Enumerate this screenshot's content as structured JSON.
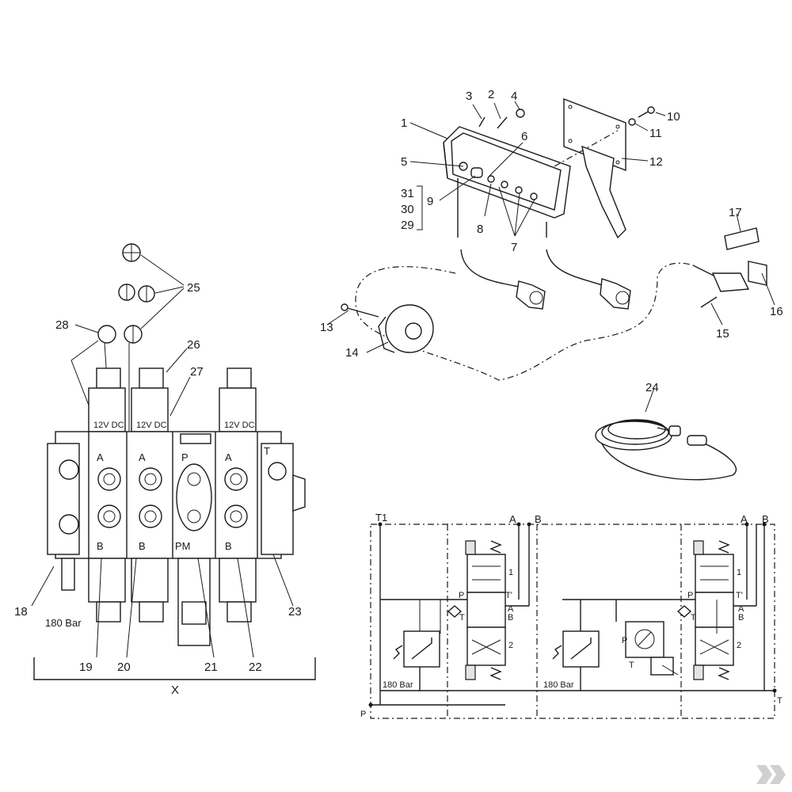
{
  "callouts": {
    "c1": "1",
    "c2": "2",
    "c3": "3",
    "c4": "4",
    "c5": "5",
    "c6": "6",
    "c7": "7",
    "c8": "8",
    "c9": "9",
    "c10": "10",
    "c11": "11",
    "c12": "12",
    "c13": "13",
    "c14": "14",
    "c15": "15",
    "c16": "16",
    "c17": "17",
    "c18": "18",
    "c19": "19",
    "c20": "20",
    "c21": "21",
    "c22": "22",
    "c23": "23",
    "c24": "24",
    "c25": "25",
    "c26": "26",
    "c27": "27",
    "c28": "28",
    "c29": "29",
    "c30": "30",
    "c31": "31"
  },
  "valve_block": {
    "port_a1": "A",
    "port_a2": "A",
    "port_p": "P",
    "port_a3": "A",
    "port_t": "T",
    "port_b1": "B",
    "port_b2": "B",
    "port_pm": "PM",
    "port_b3": "B",
    "coil_label": "12V DC",
    "pressure": "180 Bar",
    "assembly_label": "X"
  },
  "schematic": {
    "t1": "T1",
    "a_left": "A",
    "b_left": "B",
    "a_right": "A",
    "b_right": "B",
    "pos1_left": "1",
    "pos2_left": "2",
    "pos1_right": "1",
    "pos2_right": "2",
    "p_left": "P",
    "tp_left": "T'",
    "ab_a_left": "A",
    "ab_b_left": "B",
    "t_left": "T",
    "p_right": "P",
    "tp_right": "T'",
    "ab_a_right": "A",
    "ab_b_right": "B",
    "t_right": "T",
    "relief_left": "180 Bar",
    "relief_right": "180 Bar",
    "flow_p": "P",
    "flow_t": "T",
    "p_bottom": "P",
    "t_bottom": "T"
  },
  "colors": {
    "line": "#1a1a1a",
    "background": "#ffffff",
    "watermark": "#d0d0d0"
  },
  "icons": {
    "corner_mark": "brand-watermark-icon"
  }
}
